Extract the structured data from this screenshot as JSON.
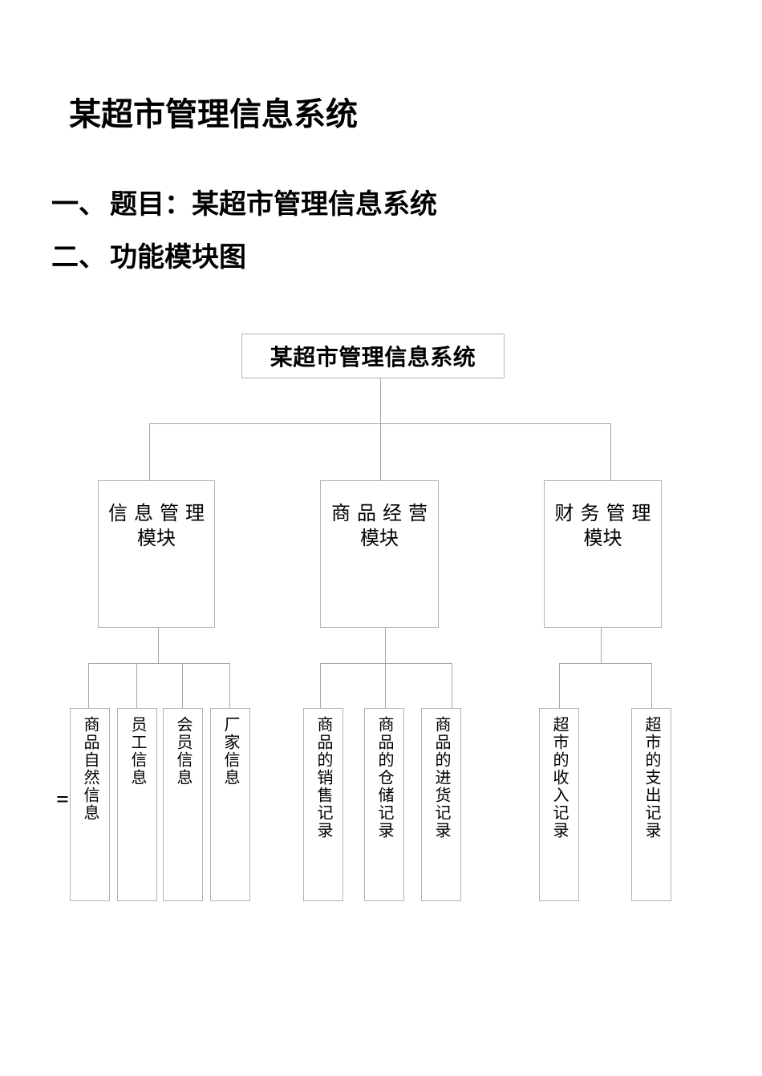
{
  "document": {
    "title": "某超市管理信息系统",
    "sections": [
      {
        "marker": "一、",
        "text": "题目：某超市管理信息系统"
      },
      {
        "marker": "二、",
        "text": "功能模块图"
      }
    ],
    "stray_mark": "="
  },
  "diagram": {
    "root": {
      "label": "某超市管理信息系统"
    },
    "modules": [
      {
        "name": "信息管理模块",
        "line1": "信息管理",
        "line2": "模块",
        "children": [
          "商品自然信息",
          "员工信息",
          "会员信息",
          "厂家信息"
        ]
      },
      {
        "name": "商品经营模块",
        "line1": "商品经营",
        "line2": "模块",
        "children": [
          "商品的销售记录",
          "商品的仓储记录",
          "商品的进货记录"
        ]
      },
      {
        "name": "财务管理模块",
        "line1": "财务管理",
        "line2": "模块",
        "children": [
          "超市的收入记录",
          "超市的支出记录"
        ]
      }
    ]
  },
  "colors": {
    "background": "#ffffff",
    "text": "#000000",
    "box_border": "#b3b3b3",
    "connector_line": "#a6a6a6"
  }
}
